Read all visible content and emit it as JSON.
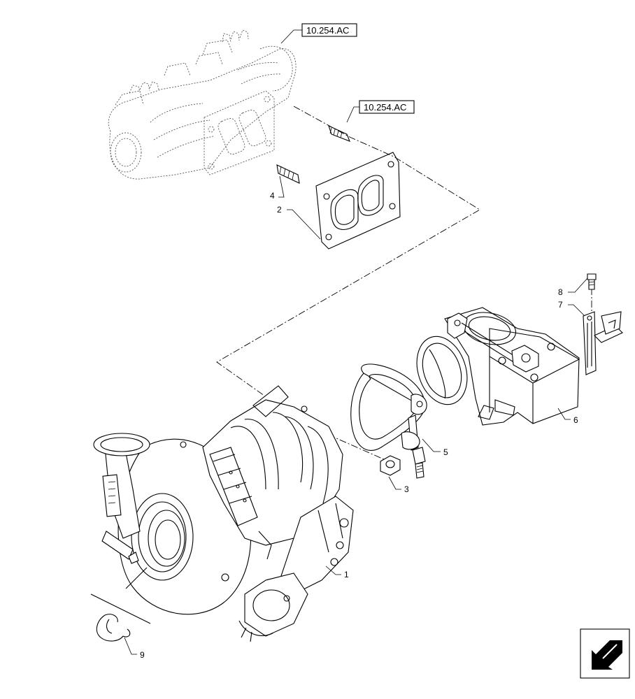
{
  "references": [
    {
      "id": "ref-top",
      "text": "10.254.AC"
    },
    {
      "id": "ref-mid",
      "text": "10.254.AC"
    }
  ],
  "callouts": [
    "1",
    "2",
    "3",
    "4",
    "5",
    "6",
    "7",
    "8",
    "9"
  ],
  "icons": {
    "navigation": "back-arrow-icon"
  }
}
